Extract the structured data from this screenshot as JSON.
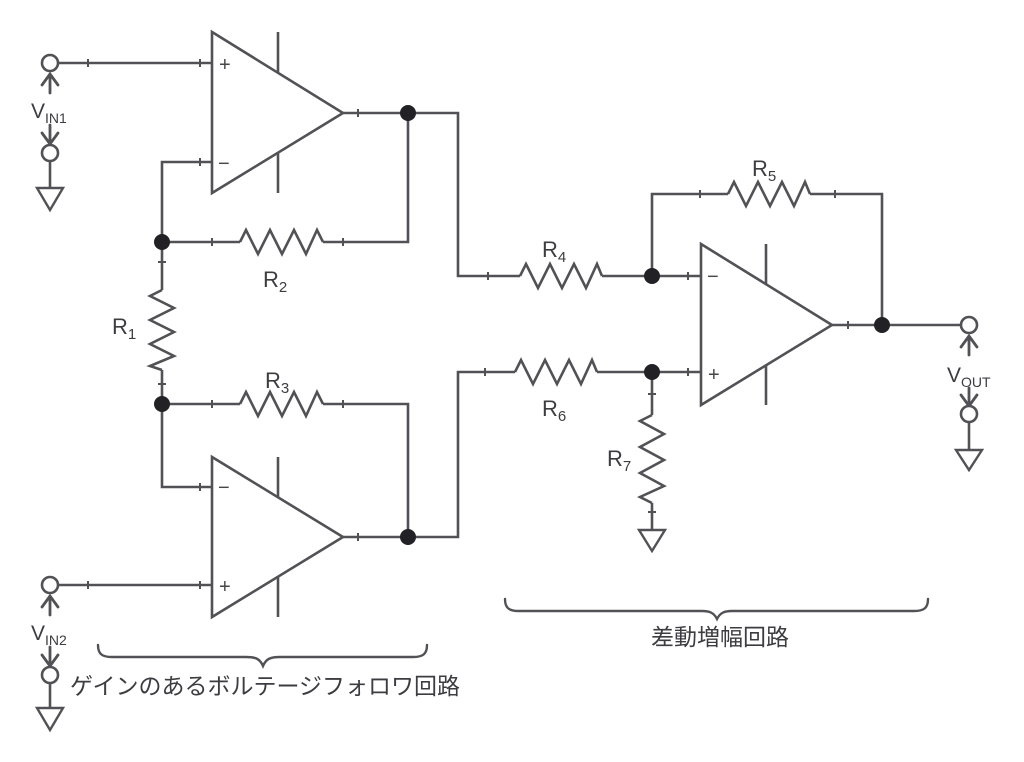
{
  "colors": {
    "background": "#ffffff",
    "line": "#525256",
    "dot": "#222226",
    "text": "#3d3d41"
  },
  "terminals": {
    "vin1": {
      "main": "V",
      "sub": "IN1"
    },
    "vin2": {
      "main": "V",
      "sub": "IN2"
    },
    "vout": {
      "main": "V",
      "sub": "OUT"
    }
  },
  "resistors": {
    "r1": {
      "main": "R",
      "sub": "1"
    },
    "r2": {
      "main": "R",
      "sub": "2"
    },
    "r3": {
      "main": "R",
      "sub": "3"
    },
    "r4": {
      "main": "R",
      "sub": "4"
    },
    "r5": {
      "main": "R",
      "sub": "5"
    },
    "r6": {
      "main": "R",
      "sub": "6"
    },
    "r7": {
      "main": "R",
      "sub": "7"
    }
  },
  "opamp_symbols": {
    "plus": "+",
    "minus": "−"
  },
  "captions": {
    "voltage_follower": "ゲインのあるボルテージフォロワ回路",
    "differential_amplifier": "差動増幅回路"
  }
}
